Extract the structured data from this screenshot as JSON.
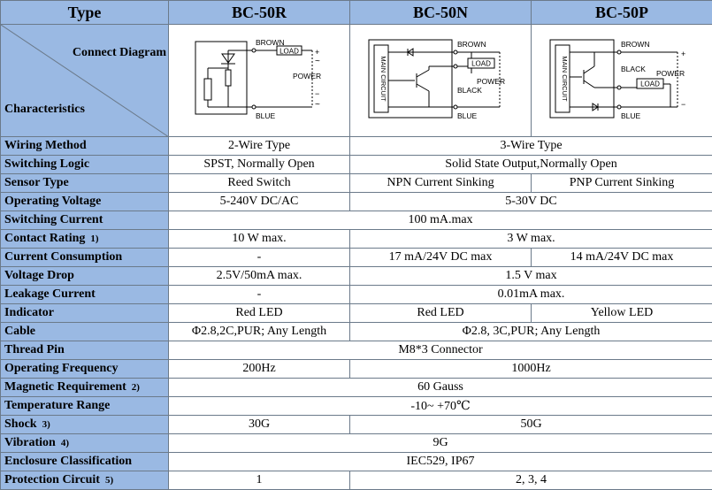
{
  "header": {
    "type": "Type",
    "c1": "BC-50R",
    "c2": "BC-50N",
    "c3": "BC-50P"
  },
  "diagram_row": {
    "top_label": "Connect Diagram",
    "bottom_label": "Characteristics"
  },
  "diagram_text": {
    "brown": "BROWN",
    "blue": "BLUE",
    "black": "BLACK",
    "load": "LOAD",
    "power": "POWER",
    "main_circuit": "MAIN CIRCUIT",
    "plus": "+",
    "minus": "−",
    "tilde": "~"
  },
  "rows": {
    "wiring": {
      "label": "Wiring Method",
      "r": "2-Wire Type",
      "np": "3-Wire Type"
    },
    "logic": {
      "label": "Switching Logic",
      "r": "SPST, Normally Open",
      "np": "Solid State Output,Normally Open"
    },
    "sensor": {
      "label": "Sensor Type",
      "r": "Reed Switch",
      "n": "NPN Current Sinking",
      "p": "PNP Current Sinking"
    },
    "voltage": {
      "label": "Operating Voltage",
      "r": "5-240V DC/AC",
      "np": "5-30V DC"
    },
    "current": {
      "label": "Switching Current",
      "all": "100 mA.max"
    },
    "contact": {
      "label": "Contact Rating",
      "note": "1)",
      "r": "10 W max.",
      "np": "3 W max."
    },
    "consumption": {
      "label": "Current Consumption",
      "r": "-",
      "n": "17 mA/24V DC max",
      "p": "14 mA/24V DC max"
    },
    "drop": {
      "label": "Voltage Drop",
      "r": "2.5V/50mA max.",
      "np": "1.5 V max"
    },
    "leakage": {
      "label": "Leakage Current",
      "r": "-",
      "np": "0.01mA max."
    },
    "indicator": {
      "label": "Indicator",
      "r": "Red LED",
      "n": "Red LED",
      "p": "Yellow LED"
    },
    "cable": {
      "label": "Cable",
      "r": "Φ2.8,2C,PUR; Any Length",
      "np": "Φ2.8, 3C,PUR; Any Length"
    },
    "thread": {
      "label": "Thread Pin",
      "all": "M8*3 Connector"
    },
    "frequency": {
      "label": "Operating Frequency",
      "r": "200Hz",
      "np": "1000Hz"
    },
    "magnetic": {
      "label": "Magnetic Requirement",
      "note": "2)",
      "all": "60 Gauss"
    },
    "temperature": {
      "label": "Temperature Range",
      "all": "-10~ +70℃"
    },
    "shock": {
      "label": "Shock",
      "note": "3)",
      "r": "30G",
      "np": "50G"
    },
    "vibration": {
      "label": "Vibration",
      "note": "4)",
      "all": "9G"
    },
    "enclosure": {
      "label": "Enclosure Classification",
      "all": "IEC529, IP67"
    },
    "protection": {
      "label": "Protection Circuit",
      "note": "5)",
      "r": "1",
      "np": "2, 3, 4"
    }
  },
  "colors": {
    "header_bg": "#9ab9e3",
    "border": "#6b7a8a"
  }
}
